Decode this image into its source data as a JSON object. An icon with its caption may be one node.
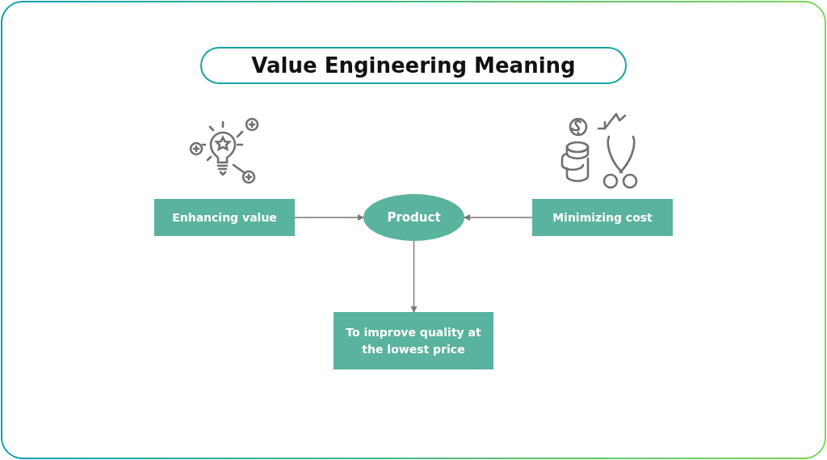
{
  "diagram": {
    "title": "Value Engineering Meaning",
    "nodes": [
      {
        "text": [
          "Enhancing value"
        ]
      },
      {
        "text": [
          "Product"
        ]
      },
      {
        "text": [
          "Minimizing cost"
        ]
      },
      {
        "text": [
          "To improve quality at the lowest price"
        ]
      }
    ],
    "edges": [
      {
        "from": 0,
        "to": 1,
        "arrow": "to"
      },
      {
        "from": 2,
        "to": 1,
        "arrow": "to"
      },
      {
        "from": 1,
        "to": 3,
        "arrow": "to"
      }
    ]
  }
}
